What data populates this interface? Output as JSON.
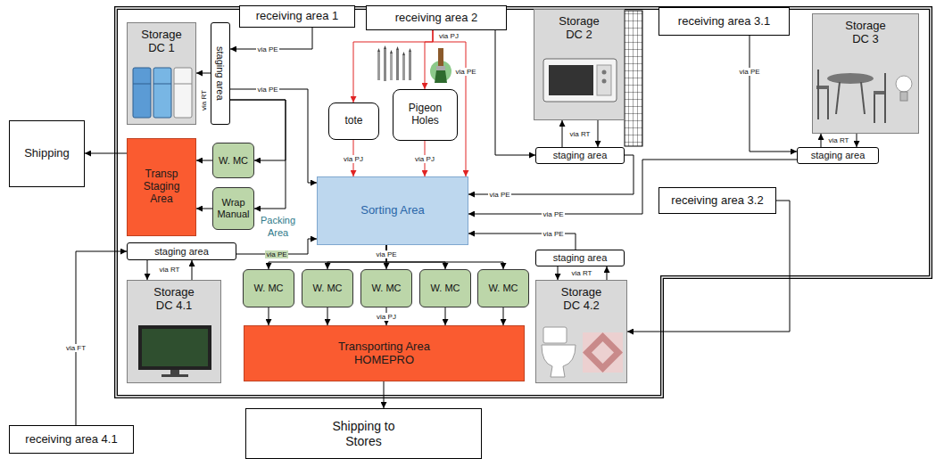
{
  "diagram": {
    "nodes": [
      {
        "text": [
          "Storage DC 1"
        ]
      },
      {
        "text": [
          "staging area"
        ]
      },
      {
        "text": [
          "receiving area 1"
        ]
      },
      {
        "text": [
          "receiving area 2"
        ]
      },
      {
        "text": [
          "Storage DC 2"
        ]
      },
      {
        "text": [
          "receiving area 3.1"
        ]
      },
      {
        "text": [
          "Storage DC 3"
        ]
      },
      {
        "text": [
          "tote"
        ]
      },
      {
        "text": [
          "Pigeon Holes"
        ]
      },
      {
        "text": [
          "Shipping"
        ]
      },
      {
        "text": [
          "Packing Area"
        ]
      },
      {
        "text": [
          "W. MC"
        ],
        "in": 10
      },
      {
        "text": [
          "Wrap Manual"
        ],
        "in": 10
      },
      {
        "text": [
          "Transp Staging Area"
        ]
      },
      {
        "text": [
          "staging area"
        ]
      },
      {
        "text": [
          "staging area"
        ]
      },
      {
        "text": [
          "Sorting Area"
        ]
      },
      {
        "text": [
          "receiving area 3.2"
        ]
      },
      {
        "text": [
          "staging area"
        ]
      },
      {
        "text": [
          "staging area"
        ]
      },
      {
        "text": [
          "W. MC"
        ],
        "in": 10
      },
      {
        "text": [
          "W. MC"
        ],
        "in": 10
      },
      {
        "text": [
          "W. MC"
        ],
        "in": 10
      },
      {
        "text": [
          "W. MC"
        ],
        "in": 10
      },
      {
        "text": [
          "W. MC"
        ],
        "in": 10
      },
      {
        "text": [
          "Storage DC 4.1"
        ]
      },
      {
        "text": [
          "Storage DC 4.2"
        ]
      },
      {
        "text": [
          "Transporting Area",
          "HOMEPRO"
        ]
      },
      {
        "text": [
          "Shipping to Stores"
        ]
      },
      {
        "text": [
          "receiving area 4.1"
        ]
      }
    ],
    "edges": [
      {
        "from": 2,
        "to": 1,
        "arrow": "to",
        "label": "via PE"
      },
      {
        "from": 1,
        "to": 0,
        "arrow": "to",
        "label": "via RT"
      },
      {
        "from": 1,
        "to": 16,
        "arrow": "to",
        "label": "via PE"
      },
      {
        "from": 1,
        "to": 11,
        "arrow": "to"
      },
      {
        "from": 1,
        "to": 12,
        "arrow": "to"
      },
      {
        "from": 11,
        "to": 13,
        "arrow": "to"
      },
      {
        "from": 12,
        "to": 13,
        "arrow": "to"
      },
      {
        "from": 13,
        "to": 9,
        "arrow": "to"
      },
      {
        "from": 3,
        "to": 7,
        "arrow": "to",
        "label": "via PJ"
      },
      {
        "from": 3,
        "to": 8,
        "arrow": "to"
      },
      {
        "from": 3,
        "to": 16,
        "arrow": "to",
        "label": "via PE"
      },
      {
        "from": 7,
        "to": 16,
        "arrow": "to",
        "label": "via PJ"
      },
      {
        "from": 8,
        "to": 16,
        "arrow": "to",
        "label": "via PJ"
      },
      {
        "from": 3,
        "to": 14,
        "arrow": "to"
      },
      {
        "from": 14,
        "to": 4,
        "arrow": "to",
        "label": "via RT"
      },
      {
        "from": 4,
        "to": 14,
        "arrow": "to"
      },
      {
        "from": 14,
        "to": 16,
        "arrow": "to",
        "label": "via PE"
      },
      {
        "from": 15,
        "to": 16,
        "arrow": "to",
        "label": "via PE"
      },
      {
        "from": 19,
        "to": 16,
        "arrow": "to",
        "label": "via PE"
      },
      {
        "from": 5,
        "to": 15,
        "arrow": "to",
        "label": "via PE"
      },
      {
        "from": 15,
        "to": 6,
        "arrow": "to",
        "label": "via RT"
      },
      {
        "from": 6,
        "to": 15,
        "arrow": "to"
      },
      {
        "from": 17,
        "to": 26,
        "arrow": "to"
      },
      {
        "from": 19,
        "to": 26,
        "arrow": "to",
        "label": "via RT"
      },
      {
        "from": 26,
        "to": 19,
        "arrow": "to"
      },
      {
        "from": 18,
        "to": 25,
        "arrow": "to",
        "label": "via RT"
      },
      {
        "from": 25,
        "to": 18,
        "arrow": "to"
      },
      {
        "from": 29,
        "to": 18,
        "arrow": "to",
        "label": "via FT"
      },
      {
        "from": 18,
        "to": 16,
        "arrow": "to",
        "label": "via PE"
      },
      {
        "from": 16,
        "to": 20,
        "arrow": "to"
      },
      {
        "from": 16,
        "to": 21,
        "arrow": "to"
      },
      {
        "from": 16,
        "to": 22,
        "arrow": "to",
        "label": "via PE"
      },
      {
        "from": 16,
        "to": 23,
        "arrow": "to"
      },
      {
        "from": 16,
        "to": 24,
        "arrow": "to"
      },
      {
        "from": 20,
        "to": 27,
        "arrow": "to"
      },
      {
        "from": 21,
        "to": 27,
        "arrow": "to"
      },
      {
        "from": 22,
        "to": 27,
        "arrow": "to",
        "label": "via PJ"
      },
      {
        "from": 23,
        "to": 27,
        "arrow": "to"
      },
      {
        "from": 24,
        "to": 27,
        "arrow": "to"
      },
      {
        "from": 27,
        "to": 28,
        "arrow": "to"
      }
    ]
  }
}
